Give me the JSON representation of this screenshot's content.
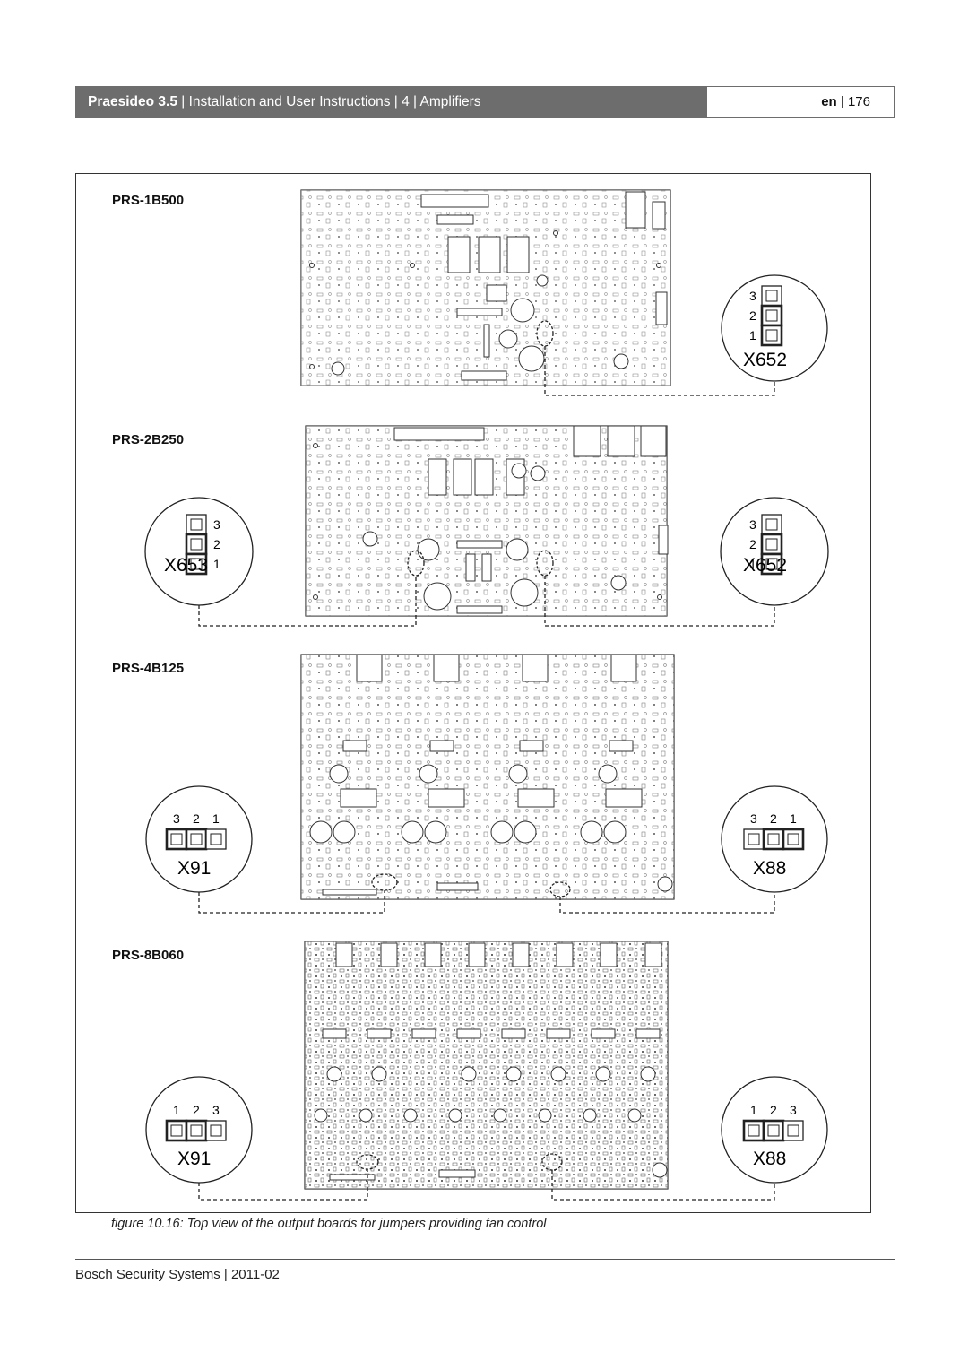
{
  "header": {
    "product": "Praesideo 3.5",
    "breadcrumb": " | Installation and User Instructions | 4 | Amplifiers",
    "lang": "en",
    "page": "176"
  },
  "boards": [
    {
      "model": "PRS-1B500",
      "jumpers": [
        {
          "connector": "X652",
          "pins": [
            "3",
            "2",
            "1"
          ]
        }
      ]
    },
    {
      "model": "PRS-2B250",
      "jumpers": [
        {
          "connector": "X653",
          "pins": [
            "3",
            "2",
            "1"
          ]
        },
        {
          "connector": "X652",
          "pins": [
            "3",
            "2",
            "1"
          ]
        }
      ]
    },
    {
      "model": "PRS-4B125",
      "jumpers": [
        {
          "connector": "X91",
          "pins": [
            "3",
            "2",
            "1"
          ]
        },
        {
          "connector": "X88",
          "pins": [
            "3",
            "2",
            "1"
          ]
        }
      ]
    },
    {
      "model": "PRS-8B060",
      "jumpers": [
        {
          "connector": "X91",
          "pins": [
            "1",
            "2",
            "3"
          ]
        },
        {
          "connector": "X88",
          "pins": [
            "1",
            "2",
            "3"
          ]
        }
      ]
    }
  ],
  "caption": "figure 10.16: Top view of the output boards for jumpers providing fan control",
  "footer": "Bosch Security Systems | 2011-02"
}
